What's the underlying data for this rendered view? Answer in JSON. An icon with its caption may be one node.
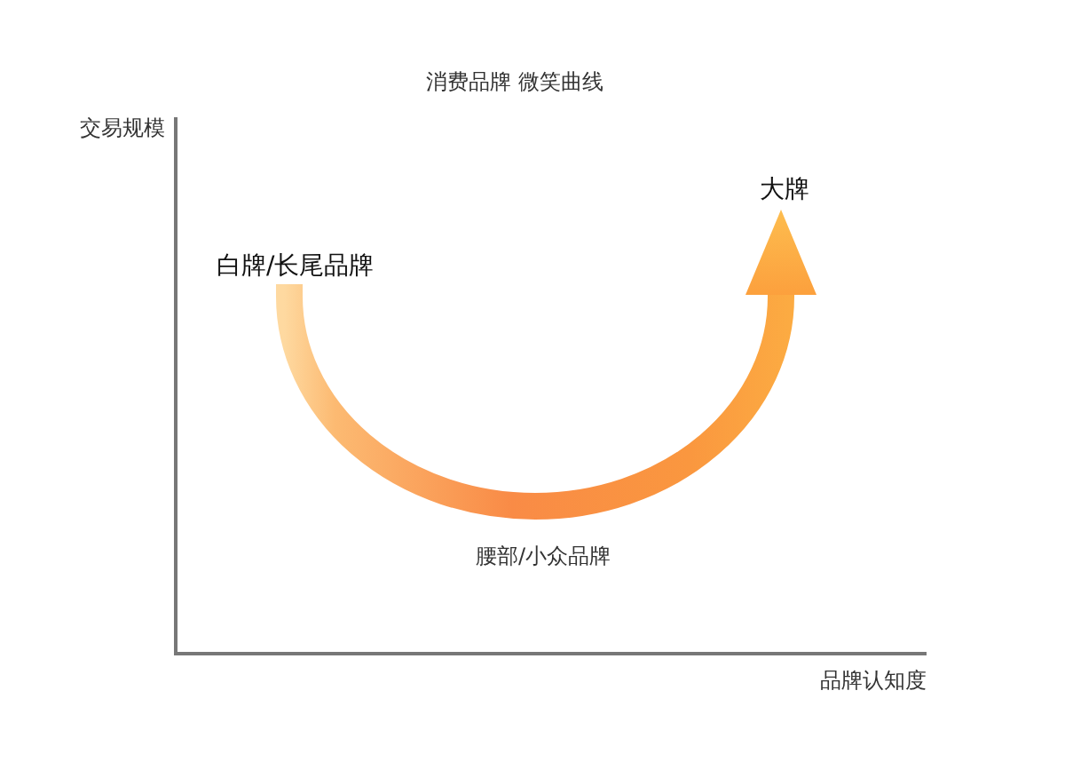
{
  "diagram": {
    "title": "消费品牌 微笑曲线",
    "nodes": [
      {
        "text": [
          "白牌/长尾品牌"
        ]
      },
      {
        "text": [
          "大牌"
        ]
      }
    ],
    "edges": [
      {
        "from": 0,
        "to": 1,
        "arrow": "to"
      }
    ],
    "labels": [
      "交易规模",
      "腰部/小众品牌",
      "品牌认知度"
    ]
  }
}
